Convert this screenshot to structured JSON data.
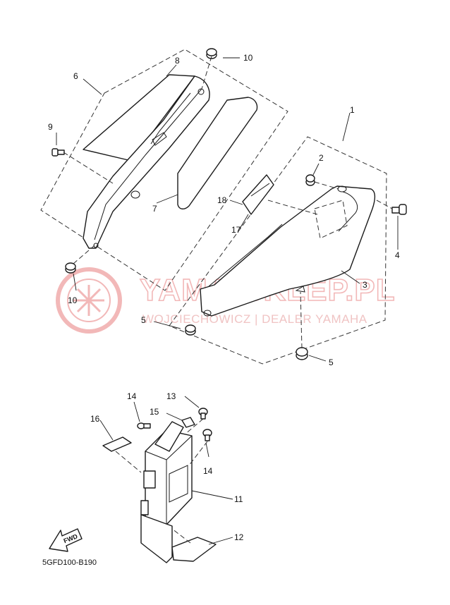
{
  "watermark": {
    "title": "YAMA-SKLEP.PL",
    "subtitle": "WOJCIECHOWICZ | DEALER YAMAHA"
  },
  "callouts": {
    "n1": "1",
    "n2": "2",
    "n3": "3",
    "n4": "4",
    "n5a": "5",
    "n5b": "5",
    "n6": "6",
    "n7": "7",
    "n8": "8",
    "n9": "9",
    "n10a": "10",
    "n10b": "10",
    "n11": "11",
    "n12": "12",
    "n13": "13",
    "n14a": "14",
    "n14b": "14",
    "n15": "15",
    "n16": "16",
    "n17": "17",
    "n18": "18"
  },
  "fwd_label": "FWD",
  "diagram_code": "5GFD100-B190",
  "colors": {
    "line": "#1a1a1a",
    "watermark": "#f2b8b8"
  }
}
